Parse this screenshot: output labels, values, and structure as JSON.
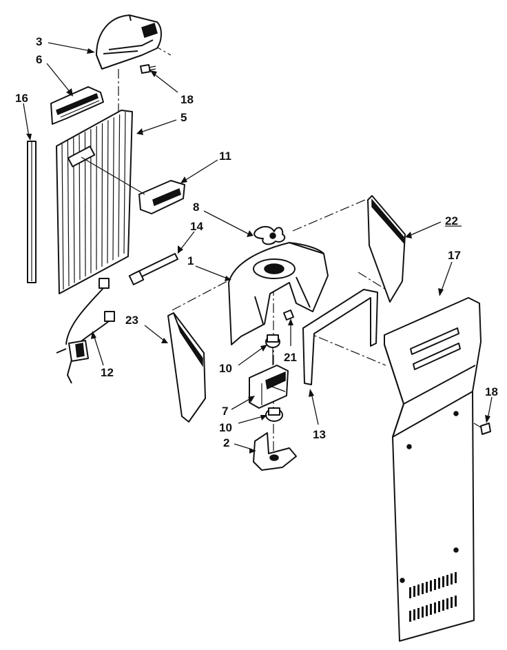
{
  "diagram": {
    "callouts": [
      {
        "id": "c3",
        "text": "3"
      },
      {
        "id": "c6",
        "text": "6"
      },
      {
        "id": "c16",
        "text": "16"
      },
      {
        "id": "c18a",
        "text": "18"
      },
      {
        "id": "c5",
        "text": "5"
      },
      {
        "id": "c11",
        "text": "11"
      },
      {
        "id": "c8",
        "text": "8"
      },
      {
        "id": "c14",
        "text": "14"
      },
      {
        "id": "c22",
        "text": "22"
      },
      {
        "id": "c1",
        "text": "1"
      },
      {
        "id": "c17",
        "text": "17"
      },
      {
        "id": "c23",
        "text": "23"
      },
      {
        "id": "c12",
        "text": "12"
      },
      {
        "id": "c10a",
        "text": "10"
      },
      {
        "id": "c21",
        "text": "21"
      },
      {
        "id": "c7",
        "text": "7"
      },
      {
        "id": "c10b",
        "text": "10"
      },
      {
        "id": "c18b",
        "text": "18"
      },
      {
        "id": "c2",
        "text": "2"
      },
      {
        "id": "c13",
        "text": "13"
      }
    ]
  }
}
